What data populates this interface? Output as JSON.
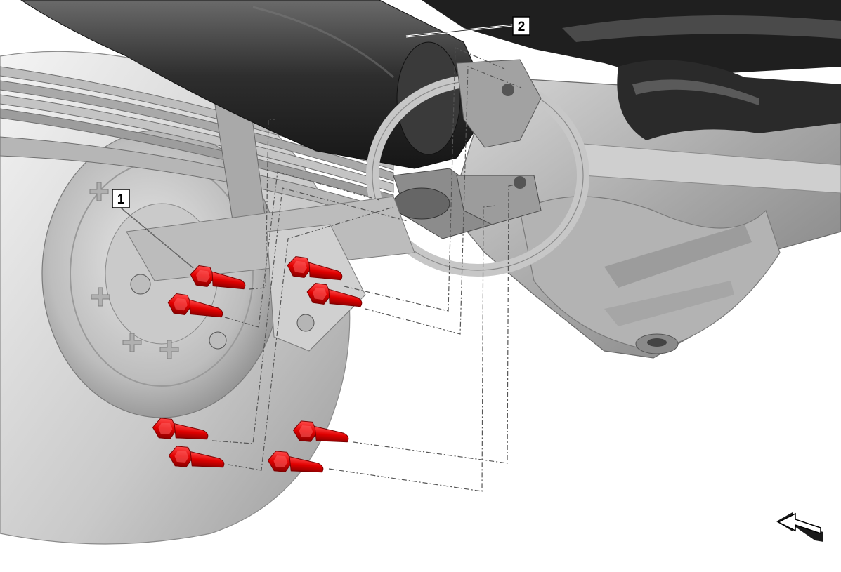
{
  "callouts": [
    {
      "id": "1",
      "label": "1"
    },
    {
      "id": "2",
      "label": "2"
    }
  ],
  "colors": {
    "background": "#ffffff",
    "fastener_red": "#e00000",
    "fastener_dark": "#8c0000",
    "part_dark": "#2b2b2b",
    "part_mid": "#8c8c8c",
    "part_light": "#dcdcdc",
    "leader_line": "#555555"
  },
  "icons": {
    "direction_arrow": "left-arrow-icon",
    "fastener": "bolt-icon"
  }
}
